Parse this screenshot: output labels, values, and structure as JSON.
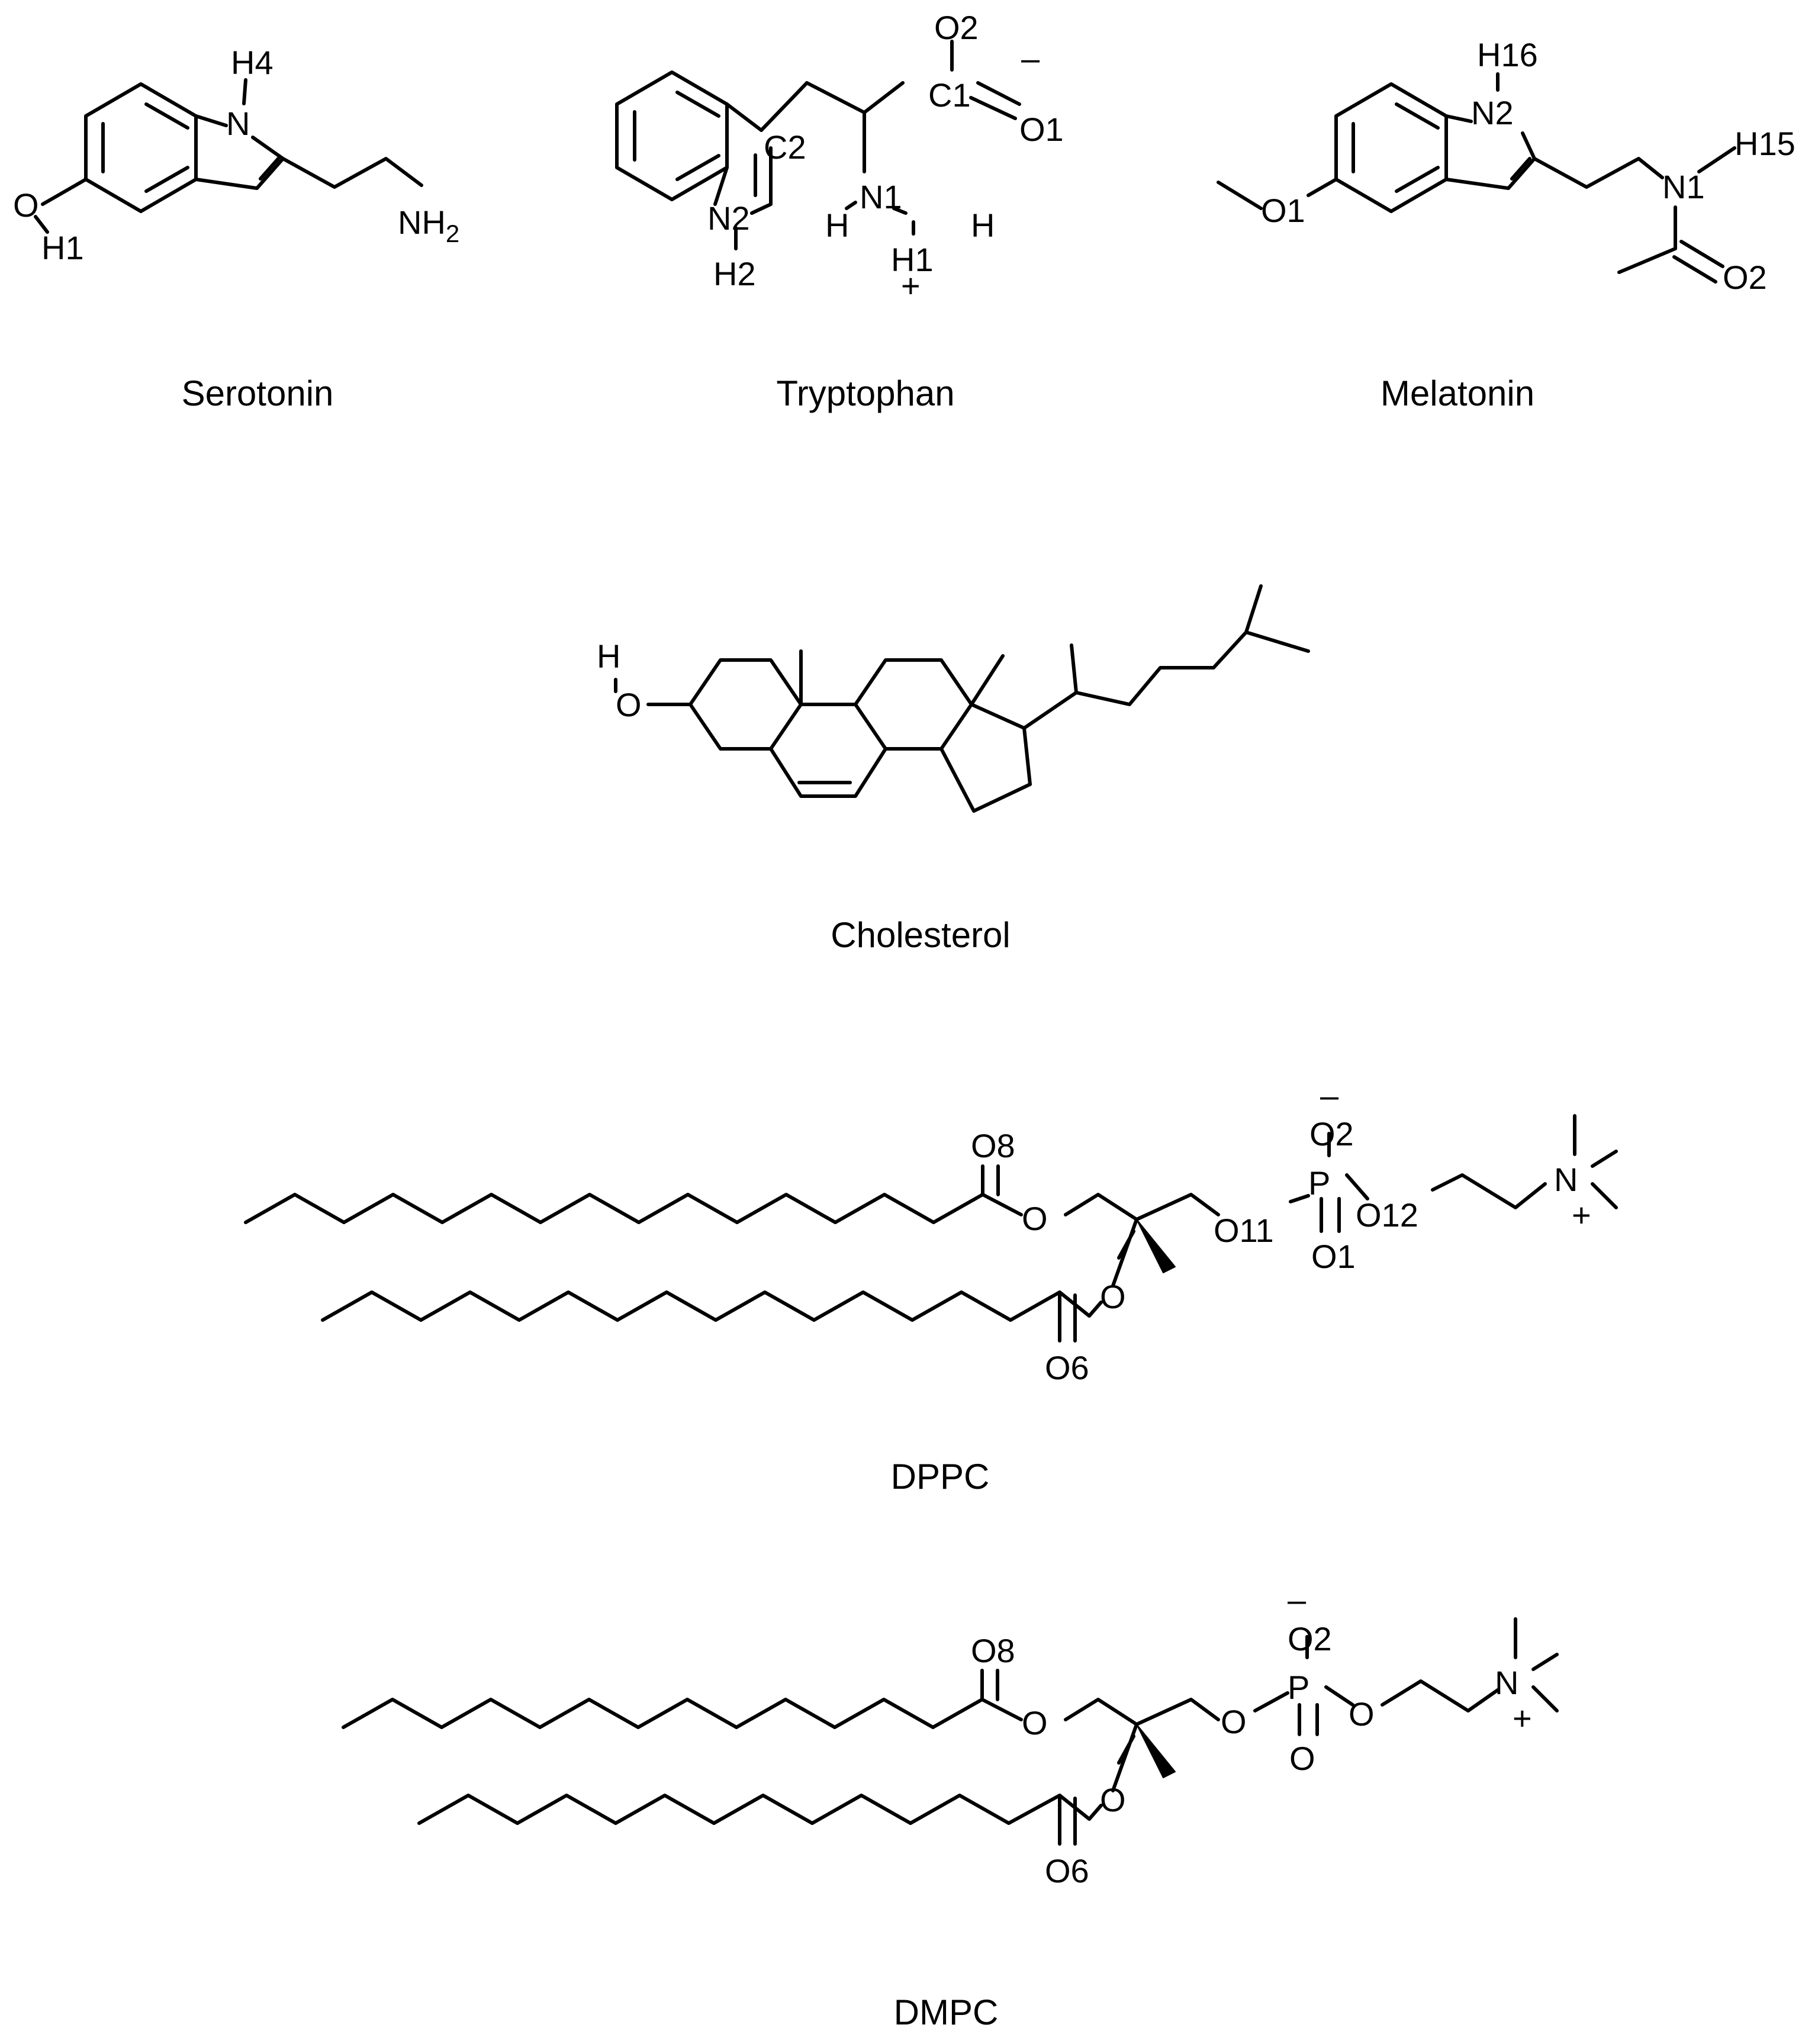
{
  "figure": {
    "molecules": {
      "serotonin": {
        "name": "Serotonin",
        "atoms": {
          "h4": "H4",
          "n": "N",
          "o": "O",
          "h1": "H1",
          "nh": "NH",
          "nh_sub": "2"
        }
      },
      "tryptophan": {
        "name": "Tryptophan",
        "atoms": {
          "o2": "O2",
          "minus": "–",
          "c1": "C1",
          "o1": "O1",
          "c2": "C2",
          "n2": "N2",
          "h2": "H2",
          "n1": "N1",
          "h_left": "H",
          "h_right": "H",
          "h1": "H1",
          "plus": "+"
        }
      },
      "melatonin": {
        "name": "Melatonin",
        "atoms": {
          "h16": "H16",
          "n2": "N2",
          "o1": "O1",
          "h15": "H15",
          "n1": "N1",
          "o2": "O2"
        }
      },
      "cholesterol": {
        "name": "Cholesterol",
        "atoms": {
          "h": "H",
          "o": "O"
        }
      },
      "dppc": {
        "name": "DPPC",
        "atoms": {
          "minus": "–",
          "o8": "O8",
          "o2": "O2",
          "p": "P",
          "o_ester": "O",
          "o11": "O11",
          "o12": "O12",
          "o1": "O1",
          "n": "N",
          "plus": "+",
          "o_lower": "O",
          "o6": "O6"
        }
      },
      "dmpc": {
        "name": "DMPC",
        "atoms": {
          "minus": "–",
          "o8": "O8",
          "o2": "O2",
          "p": "P",
          "o_ester": "O",
          "o_left": "O",
          "o_right": "O",
          "o_dbl": "O",
          "n": "N",
          "plus": "+",
          "o_lower": "O",
          "o6": "O6"
        }
      }
    }
  }
}
